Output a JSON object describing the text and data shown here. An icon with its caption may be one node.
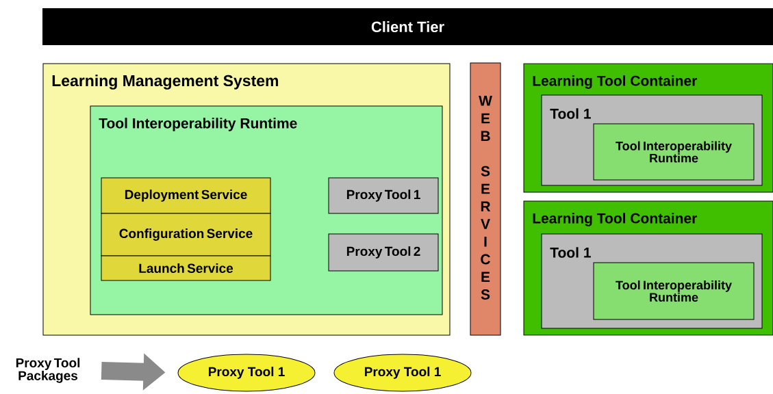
{
  "diagram": {
    "nodes": [
      {
        "text": [
          "Client Tier"
        ]
      },
      {
        "text": [
          "Learning Management System"
        ]
      },
      {
        "text": [
          "Tool Interoperability Runtime"
        ],
        "in": 1
      },
      {
        "text": [
          "Deployment Service"
        ],
        "in": 2
      },
      {
        "text": [
          "Configuration Service"
        ],
        "in": 2
      },
      {
        "text": [
          "Launch Service"
        ],
        "in": 2
      },
      {
        "text": [
          "Proxy Tool 1"
        ],
        "in": 2
      },
      {
        "text": [
          "Proxy Tool 2"
        ],
        "in": 2
      },
      {
        "text": [
          "WEB SERVICES"
        ]
      },
      {
        "text": [
          "Learning Tool Container"
        ]
      },
      {
        "text": [
          "Tool 1"
        ],
        "in": 9
      },
      {
        "text": [
          "Tool Interoperability Runtime"
        ],
        "in": 10
      },
      {
        "text": [
          "Learning Tool Container"
        ]
      },
      {
        "text": [
          "Tool 1"
        ],
        "in": 12
      },
      {
        "text": [
          "Tool Interoperability Runtime"
        ],
        "in": 13
      },
      {
        "text": [
          "Proxy Tool Packages"
        ]
      },
      {
        "text": [
          "Proxy Tool 1"
        ]
      },
      {
        "text": [
          "Proxy Tool 1"
        ]
      }
    ],
    "edges": [
      {
        "from": 15,
        "to": 16,
        "arrow": "to"
      }
    ]
  }
}
